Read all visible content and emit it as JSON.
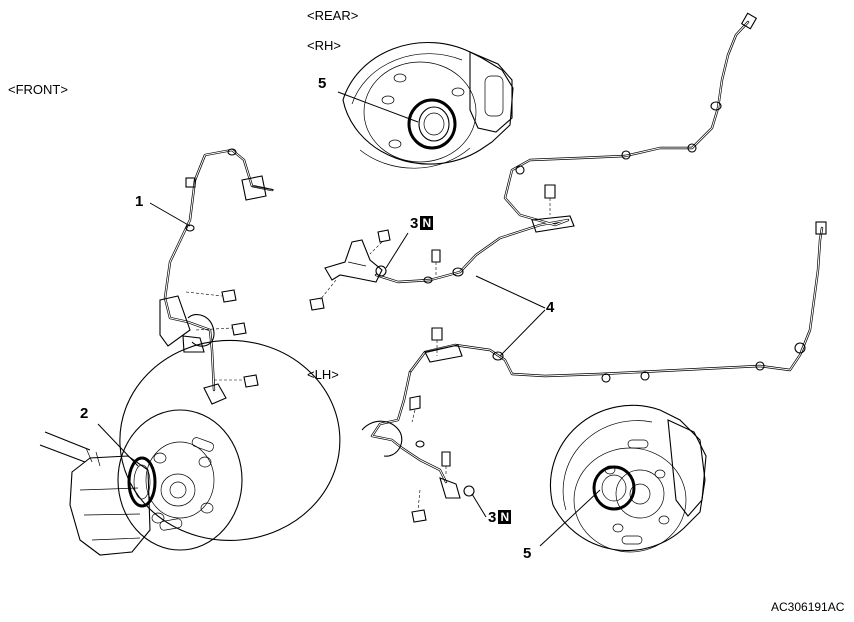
{
  "labels": {
    "front": "<FRONT>",
    "rear": "<REAR>",
    "rh": "<RH>",
    "lh": "<LH>",
    "code": "AC306191AC"
  },
  "callouts": {
    "front_sensor": "1",
    "front_rotor_ring": "2",
    "rh_oring_num": "3",
    "rh_oring_badge": "N",
    "lh_oring_num": "3",
    "lh_oring_badge": "N",
    "rear_harness": "4",
    "rh_rotor": "5",
    "lh_rotor": "5"
  }
}
